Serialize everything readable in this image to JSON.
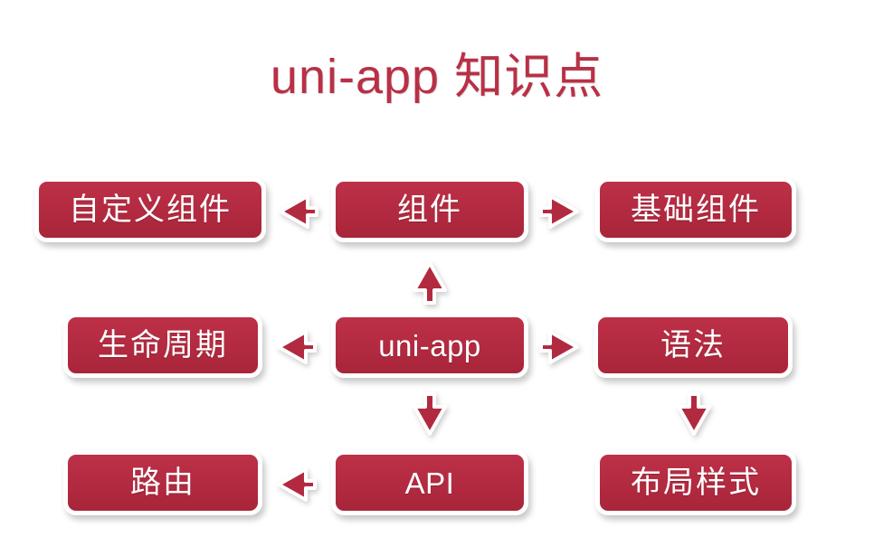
{
  "page": {
    "title": "uni-app 知识点",
    "background_color": "#ffffff",
    "accent_color": "#b93046",
    "node_fill_color": "#b22a40",
    "node_text_color": "#ffffff",
    "node_border_color": "#ffffff"
  },
  "diagram": {
    "type": "flow-diagram",
    "root": "uni-app",
    "rows": [
      {
        "left": {
          "label": "自定义组件"
        },
        "center": {
          "label": "组件"
        },
        "right": {
          "label": "基础组件"
        }
      },
      {
        "left": {
          "label": "生命周期"
        },
        "center": {
          "label": "uni-app"
        },
        "right": {
          "label": "语法"
        }
      },
      {
        "left": {
          "label": "路由"
        },
        "center": {
          "label": "API"
        },
        "right": {
          "label": "布局样式"
        }
      }
    ],
    "connectors": [
      {
        "name": "component-to-custom-component",
        "direction": "left",
        "from": "组件",
        "to": "自定义组件"
      },
      {
        "name": "component-to-base-component",
        "direction": "right",
        "from": "组件",
        "to": "基础组件"
      },
      {
        "name": "uniapp-to-lifecycle",
        "direction": "left",
        "from": "uni-app",
        "to": "生命周期"
      },
      {
        "name": "uniapp-to-syntax",
        "direction": "right",
        "from": "uni-app",
        "to": "语法"
      },
      {
        "name": "api-to-router",
        "direction": "left",
        "from": "API",
        "to": "路由"
      },
      {
        "name": "uniapp-to-component",
        "direction": "up",
        "from": "uni-app",
        "to": "组件"
      },
      {
        "name": "uniapp-to-api",
        "direction": "down",
        "from": "uni-app",
        "to": "API"
      },
      {
        "name": "syntax-to-layout-style",
        "direction": "down",
        "from": "语法",
        "to": "布局样式"
      }
    ]
  }
}
